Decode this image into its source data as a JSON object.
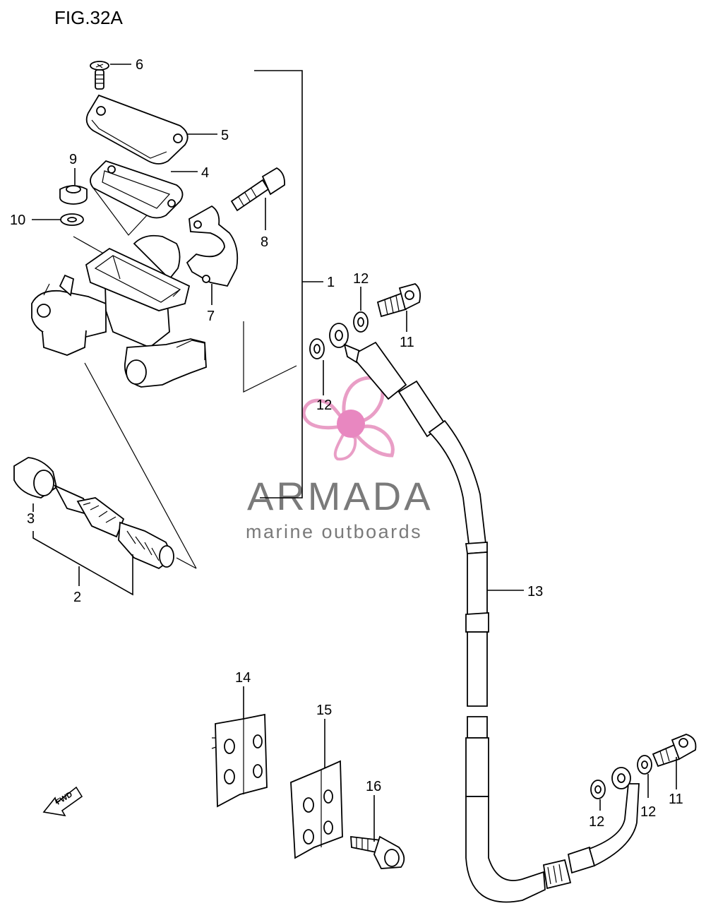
{
  "figure": {
    "title": "FIG.32A"
  },
  "watermark": {
    "brand": "ARMADA",
    "tagline": "marine outboards",
    "colors": {
      "logo": "#e99ec6",
      "logo_center": "#e887c0",
      "text": "#7a7a7a"
    }
  },
  "callouts": {
    "c1": "1",
    "c2": "2",
    "c3": "3",
    "c4": "4",
    "c5": "5",
    "c6": "6",
    "c7": "7",
    "c8": "8",
    "c9": "9",
    "c10": "10",
    "c11a": "11",
    "c11b": "11",
    "c12a": "12",
    "c12b": "12",
    "c12c": "12",
    "c12d": "12",
    "c13": "13",
    "c14": "14",
    "c15": "15",
    "c16": "16"
  },
  "direction_marker": {
    "label": "FWD",
    "icon": "forward-arrow-icon"
  }
}
